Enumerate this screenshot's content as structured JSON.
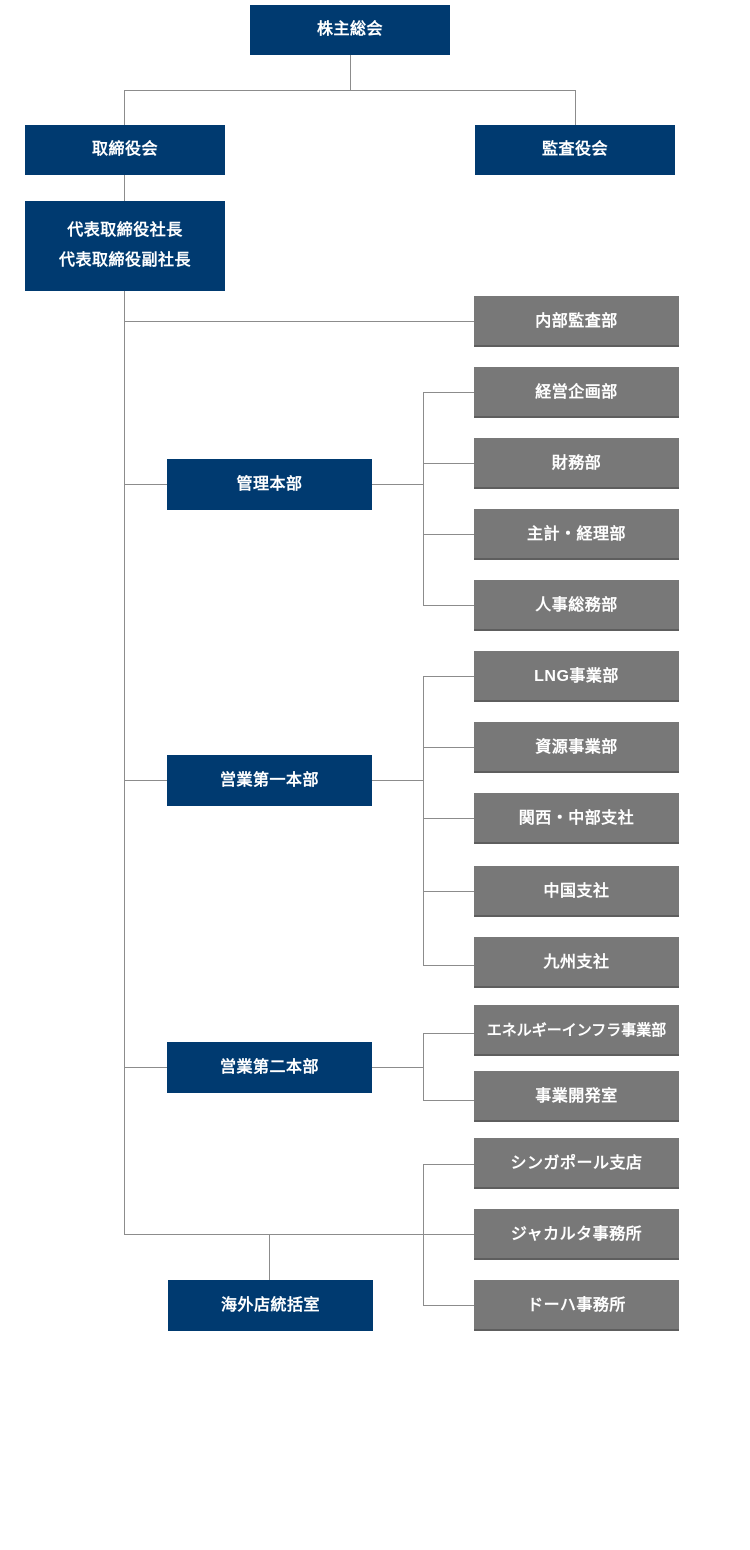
{
  "top": {
    "shareholders": "株主総会",
    "board": "取締役会",
    "auditors": "監査役会",
    "executives": [
      "代表取締役社長",
      "代表取締役副社長"
    ]
  },
  "internal_audit": "内部監査部",
  "admin": {
    "label": "管理本部",
    "departments": [
      "経営企画部",
      "財務部",
      "主計・経理部",
      "人事総務部"
    ]
  },
  "sales1": {
    "label": "営業第一本部",
    "departments": [
      "LNG事業部",
      "資源事業部",
      "関西・中部支社",
      "中国支社",
      "九州支社"
    ]
  },
  "sales2": {
    "label": "営業第二本部",
    "departments": [
      "エネルギーインフラ事業部",
      "事業開発室"
    ]
  },
  "overseas": {
    "label": "海外店統括室",
    "offices": [
      "シンガポール支店",
      "ジャカルタ事務所",
      "ドーハ事務所"
    ]
  }
}
